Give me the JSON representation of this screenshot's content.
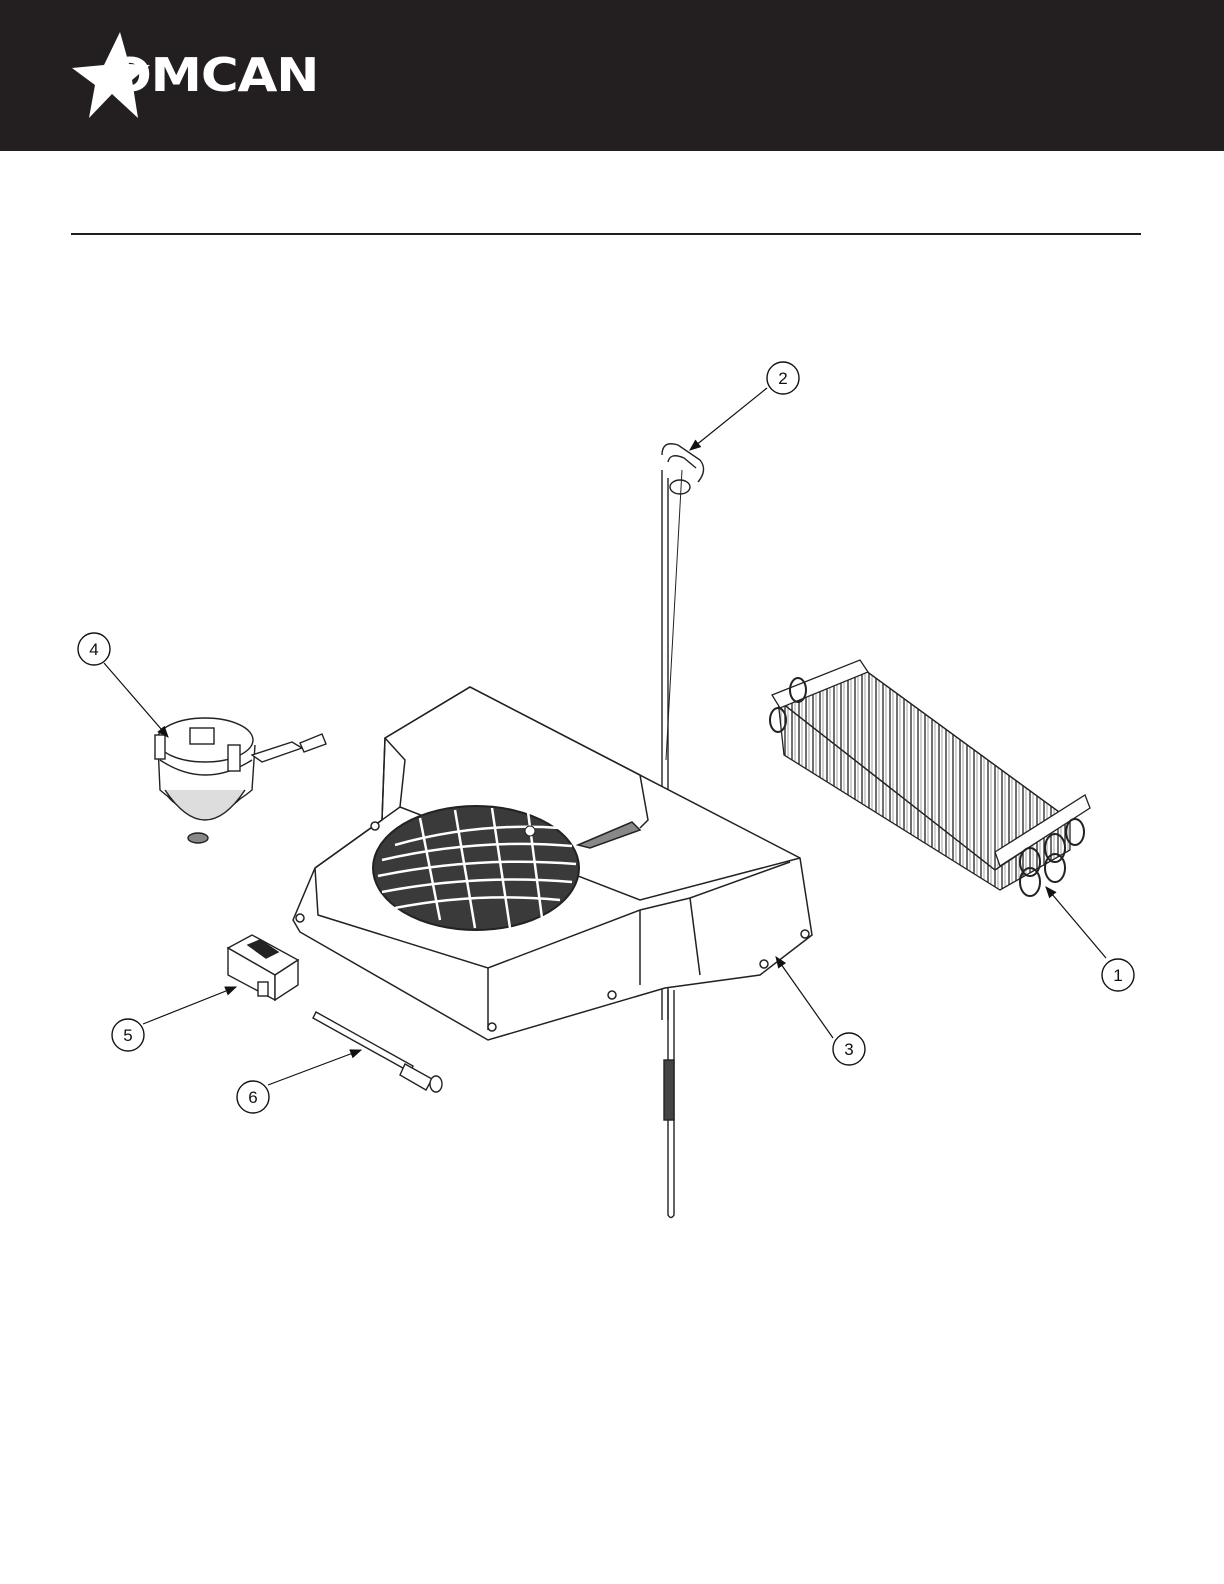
{
  "brand": {
    "name": "OMCAN",
    "logo_icon": "star-icon",
    "header_color": "#231f20"
  },
  "callouts": [
    {
      "id": "1",
      "label": "1"
    },
    {
      "id": "2",
      "label": "2"
    },
    {
      "id": "3",
      "label": "3"
    },
    {
      "id": "4",
      "label": "4"
    },
    {
      "id": "5",
      "label": "5"
    },
    {
      "id": "6",
      "label": "6"
    }
  ]
}
